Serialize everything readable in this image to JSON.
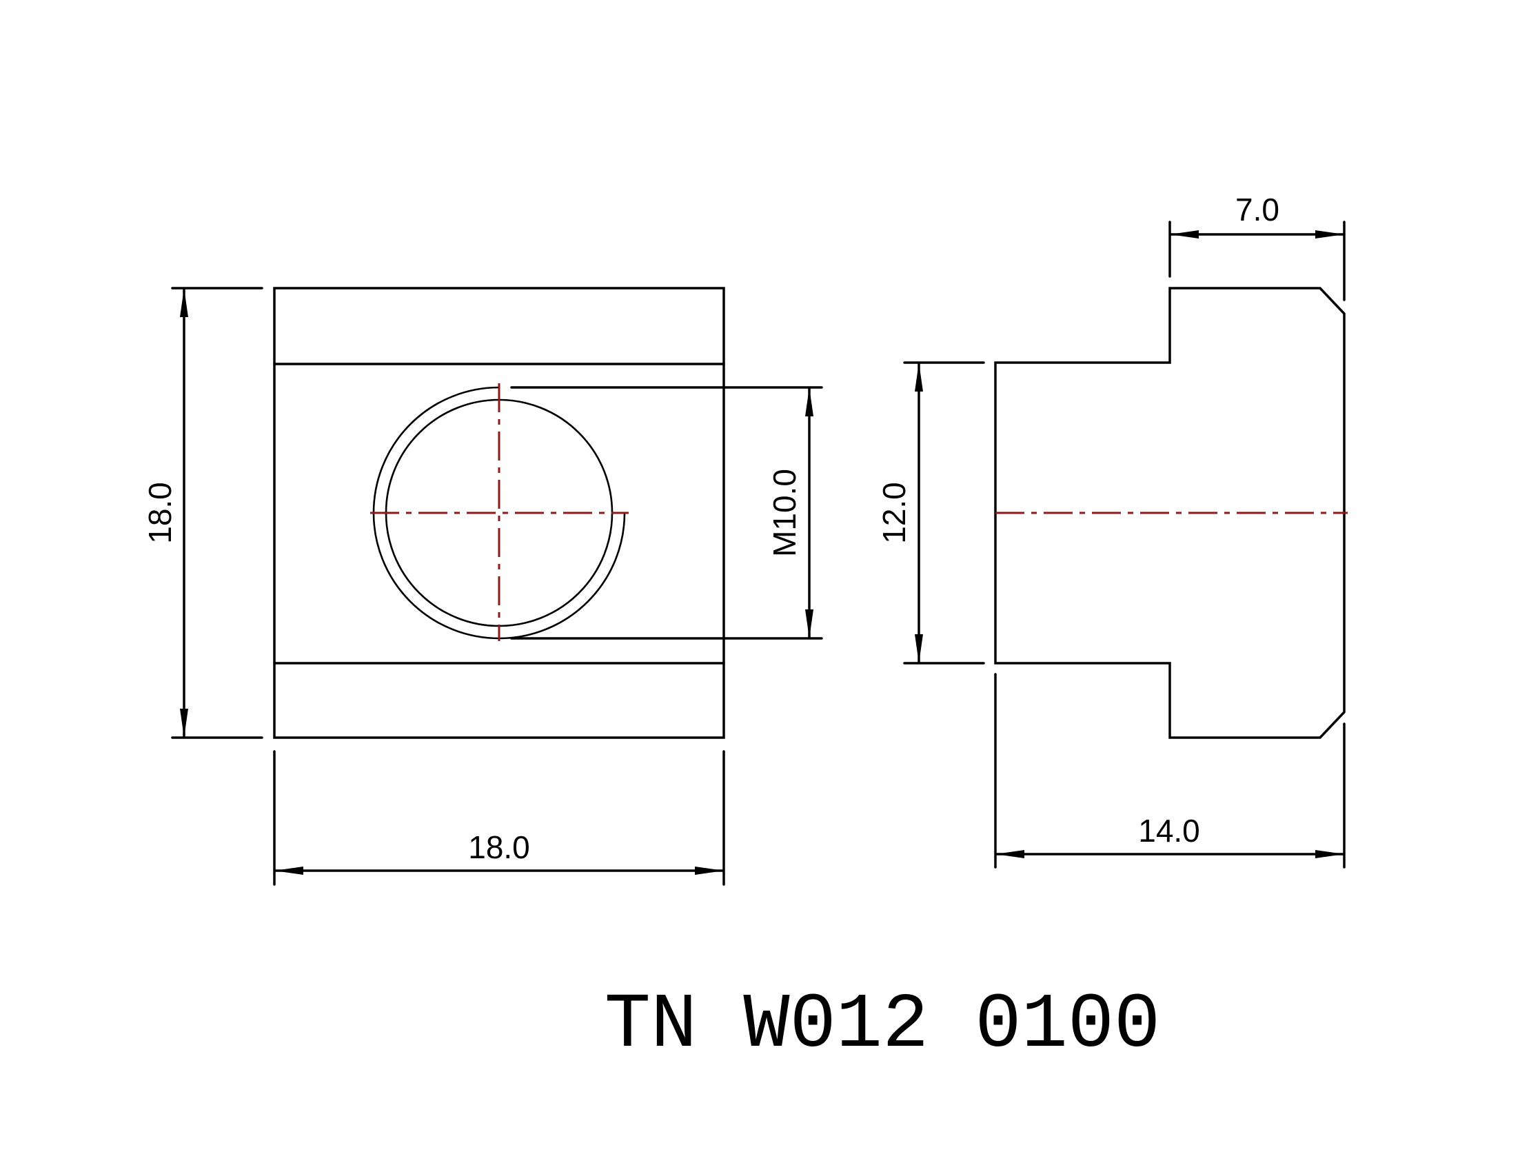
{
  "drawing": {
    "title": "TN W012 0100",
    "dimensions": {
      "front_height": "18.0",
      "front_width": "18.0",
      "thread": "M10.0",
      "slot_height": "12.0",
      "head_width": "7.0",
      "total_length": "14.0"
    },
    "colors": {
      "line": "#000000",
      "centerline": "#8b1a1a"
    }
  }
}
